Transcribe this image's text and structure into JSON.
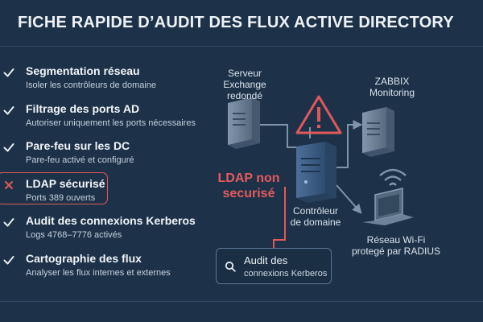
{
  "title": "FICHE RAPIDE D’AUDIT DES FLUX ACTIVE DIRECTORY",
  "checklist": [
    {
      "heading": "Segmentation réseau",
      "detail": "Isoler les contrôleurs de domaine",
      "status": "ok"
    },
    {
      "heading": "Filtrage des ports AD",
      "detail": "Autoriser uniquement les ports nécessaires",
      "status": "ok"
    },
    {
      "heading": "Pare-feu sur les DC",
      "detail": "Pare-feu activé et configuré",
      "status": "ok"
    },
    {
      "heading": "LDAP sécurisé",
      "detail": "Ports 389 ouverts",
      "status": "warning"
    },
    {
      "heading": "Audit des connexions Kerberos",
      "detail": "Logs 4768–7776 activés",
      "status": "ok"
    },
    {
      "heading": "Cartographie des flux",
      "detail": "Analyser les flux internes et externes",
      "status": "ok"
    }
  ],
  "diagram": {
    "exchange_label": [
      "Serveur",
      "Exchange",
      "redondé"
    ],
    "zabbix_label": [
      "ZABBIX",
      "Monitoring"
    ],
    "ldap_warning_label": [
      "LDAP non",
      "securisé"
    ],
    "dc_label": [
      "Contrôleur",
      "de domaine"
    ],
    "wifi_label": [
      "Réseau Wi-Fi",
      "protegé par RADIUS"
    ],
    "audit_box": {
      "line1": "Audit des",
      "line2": "connexions Kerberos"
    }
  },
  "colors": {
    "background": "#1d3249",
    "check": "#e8edf3",
    "warning": "#e0585a",
    "server": "#6a7f96"
  }
}
